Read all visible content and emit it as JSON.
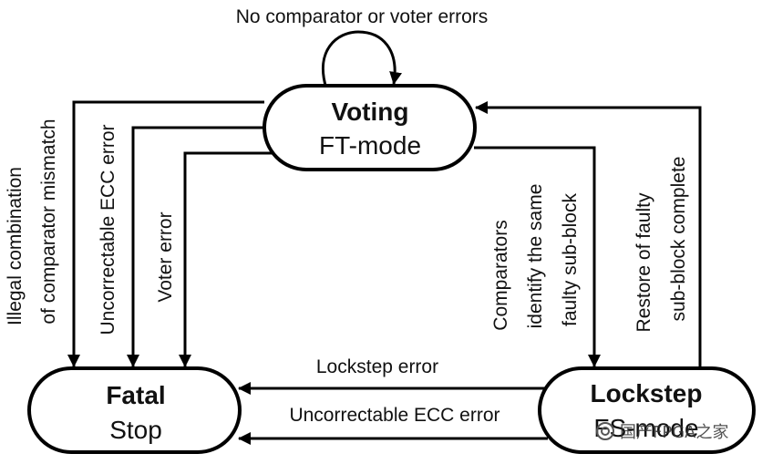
{
  "nodes": {
    "voting": {
      "title": "Voting",
      "subtitle": "FT-mode"
    },
    "fatal": {
      "title": "Fatal",
      "subtitle": "Stop"
    },
    "lockstep": {
      "title": "Lockstep",
      "subtitle": "FS-mode"
    }
  },
  "transitions": {
    "self_loop": "No comparator or voter errors",
    "illegal_1": "Illegal combination",
    "illegal_2": "of comparator mismatch",
    "uncorrectable_voting": "Uncorrectable ECC error",
    "voter_error": "Voter error",
    "comparators_1": "Comparators",
    "comparators_2": "identify the same",
    "comparators_3": "faulty sub-block",
    "restore_1": "Restore of faulty",
    "restore_2": "sub-block complete",
    "lockstep_error": "Lockstep error",
    "uncorrectable_lockstep": "Uncorrectable ECC error"
  },
  "watermark": "国产FPGA之家"
}
